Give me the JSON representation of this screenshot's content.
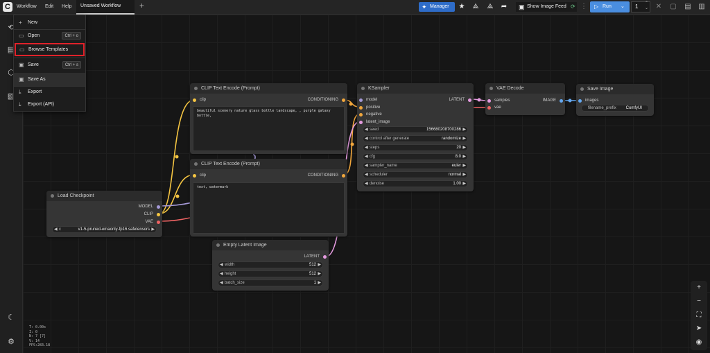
{
  "topbar": {
    "menu": [
      "Workflow",
      "Edit",
      "Help"
    ],
    "tab_title": "Unsaved Workflow",
    "add_tab": "+",
    "manager_label": "Manager",
    "show_image_feed_label": "Show Image Feed",
    "run_label": "Run",
    "run_count": "1"
  },
  "workflow_menu": {
    "new": "New",
    "open": "Open",
    "open_shortcut": "Ctrl + o",
    "browse_templates": "Browse Templates",
    "save": "Save",
    "save_shortcut": "Ctrl + s",
    "save_as": "Save As",
    "export": "Export",
    "export_api": "Export (API)"
  },
  "nodes": {
    "load_checkpoint": {
      "title": "Load Checkpoint",
      "outputs": [
        "MODEL",
        "CLIP",
        "VAE"
      ],
      "ckpt_label": "c",
      "ckpt_value": "v1-5-pruned-emaonly-fp16.safetensors"
    },
    "clip_pos": {
      "title": "CLIP Text Encode (Prompt)",
      "input": "clip",
      "output": "CONDITIONING",
      "text": "beautiful scenery nature glass bottle landscape, , purple galaxy bottle,"
    },
    "clip_neg": {
      "title": "CLIP Text Encode (Prompt)",
      "input": "clip",
      "output": "CONDITIONING",
      "text": "text, watermark"
    },
    "empty_latent": {
      "title": "Empty Latent Image",
      "output": "LATENT",
      "widgets": [
        {
          "label": "width",
          "value": "512"
        },
        {
          "label": "height",
          "value": "512"
        },
        {
          "label": "batch_size",
          "value": "1"
        }
      ]
    },
    "ksampler": {
      "title": "KSampler",
      "inputs": [
        "model",
        "positive",
        "negative",
        "latent_image"
      ],
      "output": "LATENT",
      "widgets": [
        {
          "label": "seed",
          "value": "156680208700286"
        },
        {
          "label": "control after generate",
          "value": "randomize"
        },
        {
          "label": "steps",
          "value": "20"
        },
        {
          "label": "cfg",
          "value": "8.0"
        },
        {
          "label": "sampler_name",
          "value": "euler"
        },
        {
          "label": "scheduler",
          "value": "normal"
        },
        {
          "label": "denoise",
          "value": "1.00"
        }
      ]
    },
    "vae_decode": {
      "title": "VAE Decode",
      "inputs": [
        "samples",
        "vae"
      ],
      "output": "IMAGE"
    },
    "save_image": {
      "title": "Save Image",
      "input": "images",
      "widget_label": "filename_prefix",
      "widget_value": "ComfyUI"
    }
  },
  "stats": [
    "T: 0.00s",
    "I: 0",
    "N: 7 [7]",
    "V: 14",
    "FPS:283.18"
  ],
  "colors": {
    "clip": "#f5c542",
    "model": "#a59ad8",
    "vae": "#ee6363",
    "conditioning": "#f0a63c",
    "latent": "#e59be0",
    "image": "#64a8f0",
    "accent": "#4a8ee0",
    "highlight_box": "#e0222a"
  }
}
